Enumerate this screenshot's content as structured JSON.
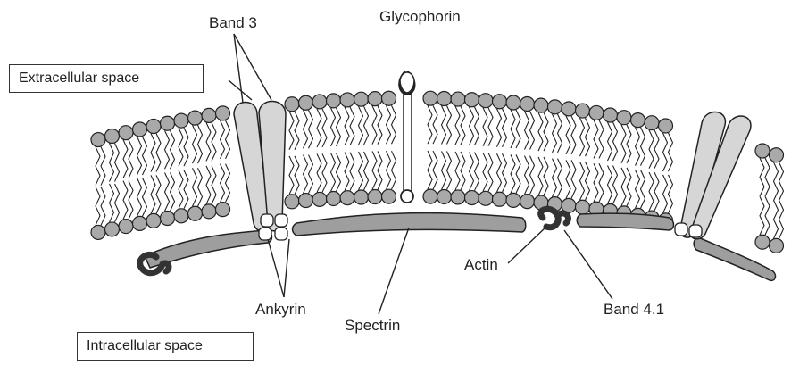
{
  "labels": {
    "extracellular": "Extracellular space",
    "intracellular": "Intracellular space",
    "band3": "Band 3",
    "glycophorin": "Glycophorin",
    "ankyrin": "Ankyrin",
    "spectrin": "Spectrin",
    "actin": "Actin",
    "band41": "Band 4.1"
  },
  "colors": {
    "lipid_head": "#a9a9a9",
    "spectrin": "#9e9e9e",
    "band3": "#d6d6d6",
    "actin": "#333333",
    "line": "#222222"
  }
}
